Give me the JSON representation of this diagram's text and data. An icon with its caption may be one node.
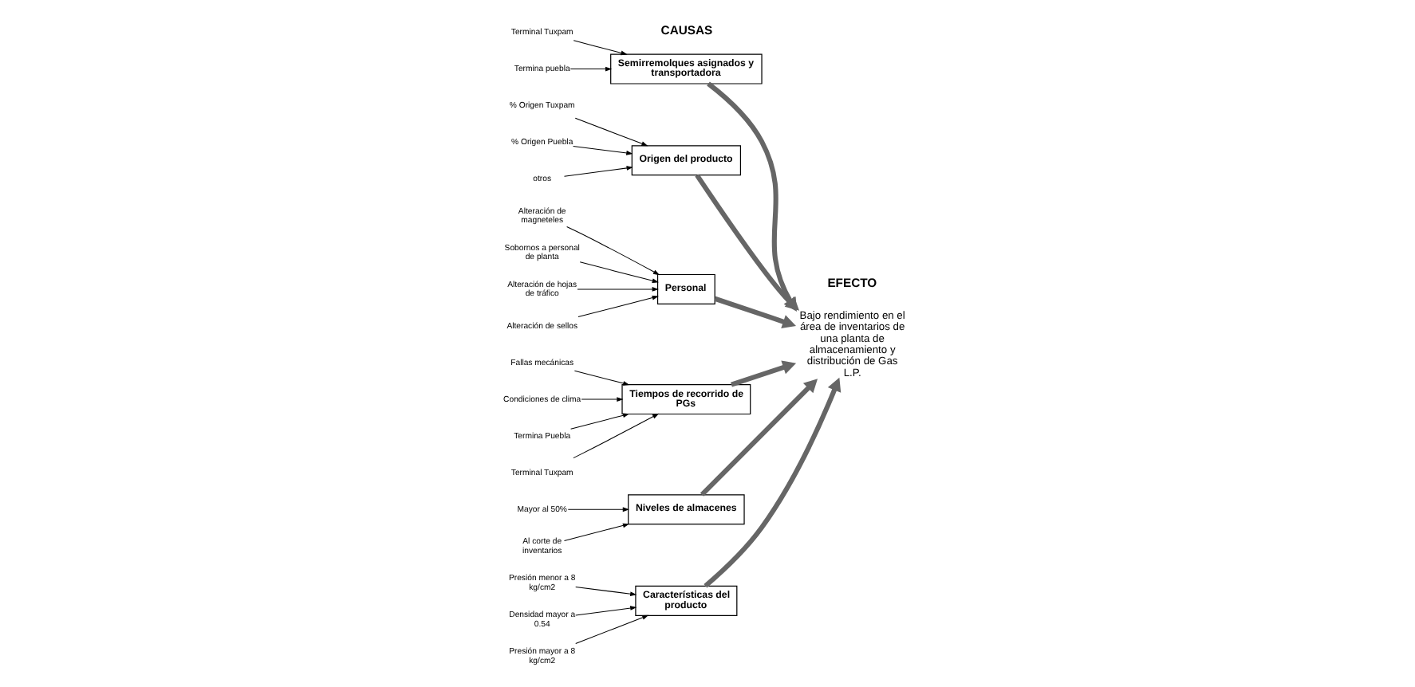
{
  "diagram": {
    "nodes": [
      {
        "text": [
          "Características del producto"
        ]
      },
      {
        "text": [
          "Semirremolques asignados y transportadora"
        ]
      },
      {
        "text": [
          "Origen del producto"
        ]
      },
      {
        "text": [
          "Presión menor a 8 kg/cm2"
        ]
      },
      {
        "text": [
          "Densidad mayor a 0.54"
        ]
      },
      {
        "text": [
          "Presión mayor a 8 kg/cm2"
        ]
      },
      {
        "text": [
          "Terminal Tuxpam"
        ]
      },
      {
        "text": [
          "Termina puebla"
        ]
      },
      {
        "text": [
          "% Origen Tuxpam"
        ]
      },
      {
        "text": [
          "% Origen Puebla"
        ]
      },
      {
        "text": [
          "otros"
        ]
      },
      {
        "text": [
          "Bajo rendimiento en el área de inventarios de una planta de almacenamiento y distribución de Gas L.P."
        ]
      },
      {
        "text": [
          "Alteración de magneteles"
        ]
      },
      {
        "text": [
          "Sobornos a personal de planta"
        ]
      },
      {
        "text": [
          "Alteración de hojas de tráfico"
        ]
      },
      {
        "text": [
          "Alteración de sellos"
        ]
      },
      {
        "text": [
          "Fallas mecánicas"
        ]
      },
      {
        "text": [
          "Condiciones de clima"
        ]
      },
      {
        "text": [
          "Termina Puebla"
        ]
      },
      {
        "text": [
          "Terminal Tuxpam"
        ]
      },
      {
        "text": [
          "Mayor al 50%"
        ]
      },
      {
        "text": [
          "Al corte de inventarios"
        ]
      },
      {
        "text": [
          "Personal"
        ]
      },
      {
        "text": [
          "Tiempos de recorrido de PGs"
        ]
      },
      {
        "text": [
          "Niveles de almacenes"
        ]
      }
    ],
    "edges": [
      {
        "from": 0,
        "to": 11,
        "arrow": "to",
        "style": "thick",
        "color": "#666666"
      },
      {
        "from": 1,
        "to": 11,
        "arrow": "to",
        "style": "thick",
        "color": "#666666"
      },
      {
        "from": 2,
        "to": 11,
        "arrow": "to",
        "style": "thick",
        "color": "#666666"
      },
      {
        "from": 22,
        "to": 11,
        "arrow": "to",
        "style": "thick",
        "color": "#666666"
      },
      {
        "from": 23,
        "to": 11,
        "arrow": "to",
        "style": "thick",
        "color": "#666666"
      },
      {
        "from": 24,
        "to": 11,
        "arrow": "to",
        "style": "thick",
        "color": "#666666"
      },
      {
        "from": 3,
        "to": 0,
        "arrow": "to"
      },
      {
        "from": 4,
        "to": 0,
        "arrow": "to"
      },
      {
        "from": 5,
        "to": 0,
        "arrow": "to"
      },
      {
        "from": 6,
        "to": 1,
        "arrow": "to"
      },
      {
        "from": 7,
        "to": 1,
        "arrow": "to"
      },
      {
        "from": 8,
        "to": 2,
        "arrow": "to"
      },
      {
        "from": 9,
        "to": 2,
        "arrow": "to"
      },
      {
        "from": 10,
        "to": 2,
        "arrow": "to"
      },
      {
        "from": 12,
        "to": 22,
        "arrow": "to"
      },
      {
        "from": 13,
        "to": 22,
        "arrow": "to"
      },
      {
        "from": 14,
        "to": 22,
        "arrow": "to"
      },
      {
        "from": 15,
        "to": 22,
        "arrow": "to"
      },
      {
        "from": 16,
        "to": 23,
        "arrow": "to"
      },
      {
        "from": 17,
        "to": 23,
        "arrow": "to"
      },
      {
        "from": 18,
        "to": 23,
        "arrow": "to"
      },
      {
        "from": 19,
        "to": 23,
        "arrow": "to"
      },
      {
        "from": 20,
        "to": 24,
        "arrow": "to"
      },
      {
        "from": 21,
        "to": 24,
        "arrow": "to"
      }
    ],
    "labels": [
      "CAUSAS",
      "EFECTO"
    ]
  }
}
